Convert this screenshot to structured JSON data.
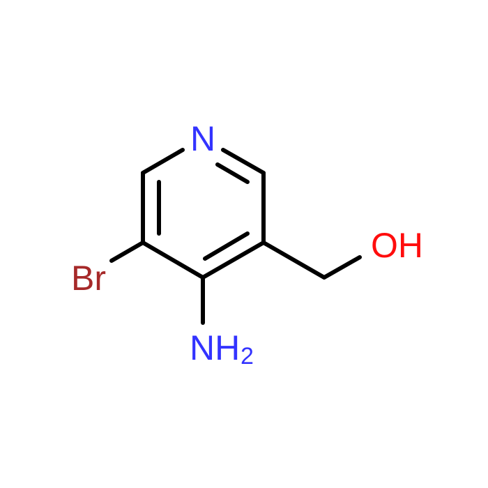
{
  "molecule": {
    "atoms": {
      "nitrogen_ring": "N",
      "hydroxyl": "OH",
      "bromine": "Br",
      "amino_main": "NH",
      "amino_subscript": "2"
    },
    "colors": {
      "bond": "#000000",
      "nitrogen": "#3333ff",
      "oxygen": "#ff0d0d",
      "bromine": "#a62929"
    }
  }
}
